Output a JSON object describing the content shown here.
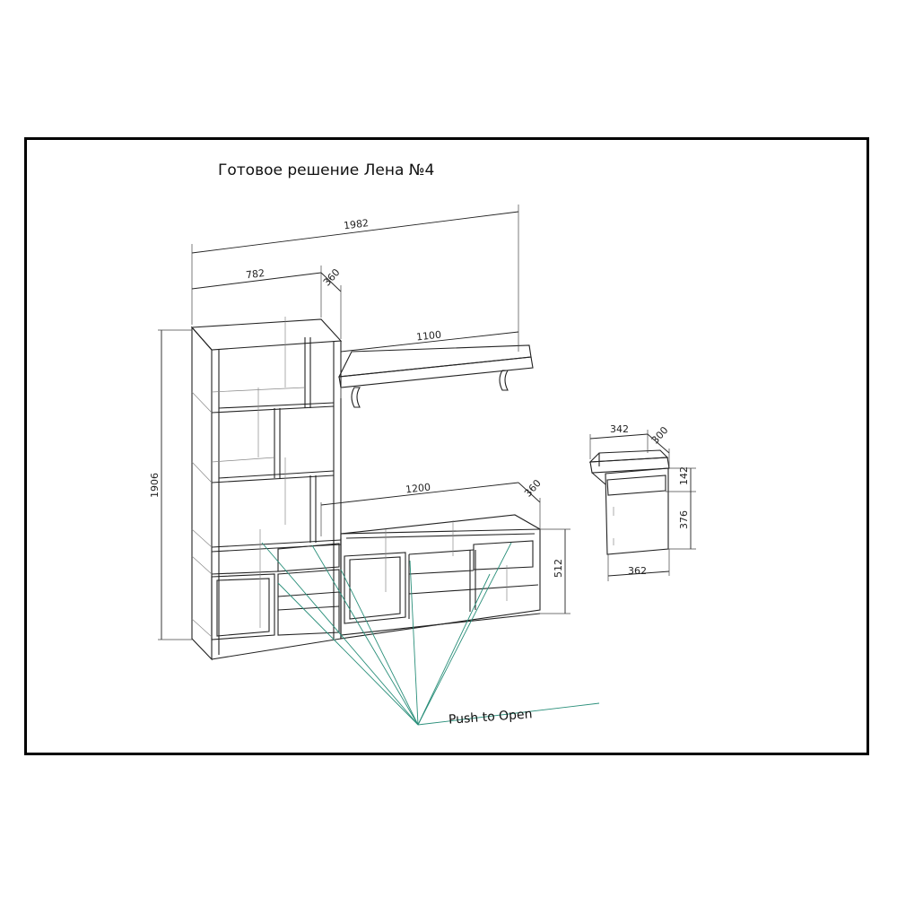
{
  "title": "Готовое решение Лена №4",
  "dimensions": {
    "total_width": "1982",
    "left_width": "782",
    "left_depth": "360",
    "height": "1906",
    "shelf_width": "1100",
    "tv_width": "1200",
    "tv_depth": "360",
    "tv_height": "512",
    "drawer_width_top": "342",
    "drawer_depth": "300",
    "drawer_front_h": "142",
    "drawer_body_h": "376",
    "drawer_width_bottom": "362"
  },
  "callout": "Push to Open",
  "colors": {
    "line": "#222222",
    "leader": "#2a8f7a"
  }
}
